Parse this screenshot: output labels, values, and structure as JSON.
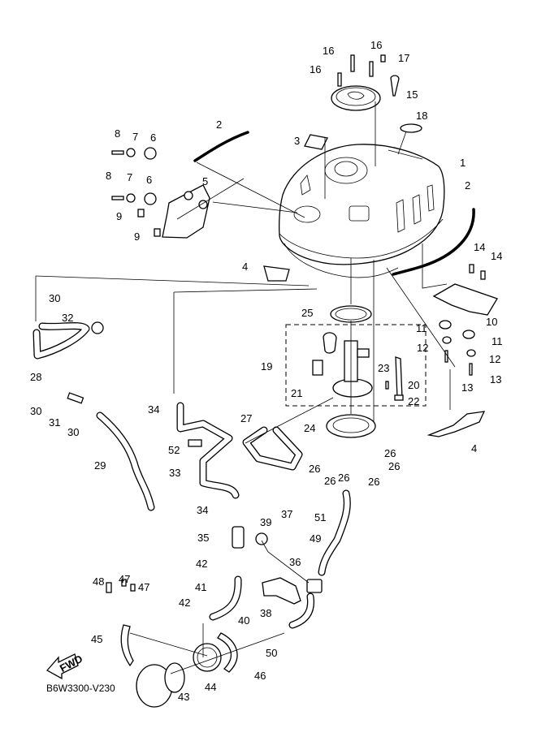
{
  "diagram": {
    "title": "Fuel tank exploded parts diagram",
    "code": "B6W3300-V230",
    "fwd_label": "FWD",
    "colors": {
      "line": "#000000",
      "background": "#ffffff"
    }
  },
  "callouts": [
    {
      "id": "c1",
      "num": "1"
    },
    {
      "id": "c2a",
      "num": "2"
    },
    {
      "id": "c2b",
      "num": "2"
    },
    {
      "id": "c3",
      "num": "3"
    },
    {
      "id": "c4a",
      "num": "4"
    },
    {
      "id": "c4b",
      "num": "4"
    },
    {
      "id": "c5",
      "num": "5"
    },
    {
      "id": "c6a",
      "num": "6"
    },
    {
      "id": "c6b",
      "num": "6"
    },
    {
      "id": "c7a",
      "num": "7"
    },
    {
      "id": "c7b",
      "num": "7"
    },
    {
      "id": "c8a",
      "num": "8"
    },
    {
      "id": "c8b",
      "num": "8"
    },
    {
      "id": "c9a",
      "num": "9"
    },
    {
      "id": "c9b",
      "num": "9"
    },
    {
      "id": "c10",
      "num": "10"
    },
    {
      "id": "c11a",
      "num": "11"
    },
    {
      "id": "c11b",
      "num": "11"
    },
    {
      "id": "c12a",
      "num": "12"
    },
    {
      "id": "c12b",
      "num": "12"
    },
    {
      "id": "c13a",
      "num": "13"
    },
    {
      "id": "c13b",
      "num": "13"
    },
    {
      "id": "c14a",
      "num": "14"
    },
    {
      "id": "c14b",
      "num": "14"
    },
    {
      "id": "c15",
      "num": "15"
    },
    {
      "id": "c16a",
      "num": "16"
    },
    {
      "id": "c16b",
      "num": "16"
    },
    {
      "id": "c16c",
      "num": "16"
    },
    {
      "id": "c17",
      "num": "17"
    },
    {
      "id": "c18",
      "num": "18"
    },
    {
      "id": "c19",
      "num": "19"
    },
    {
      "id": "c20",
      "num": "20"
    },
    {
      "id": "c21",
      "num": "21"
    },
    {
      "id": "c22",
      "num": "22"
    },
    {
      "id": "c23",
      "num": "23"
    },
    {
      "id": "c24",
      "num": "24"
    },
    {
      "id": "c25",
      "num": "25"
    },
    {
      "id": "c26a",
      "num": "26"
    },
    {
      "id": "c26b",
      "num": "26"
    },
    {
      "id": "c26c",
      "num": "26"
    },
    {
      "id": "c26d",
      "num": "26"
    },
    {
      "id": "c26e",
      "num": "26"
    },
    {
      "id": "c26f",
      "num": "26"
    },
    {
      "id": "c27",
      "num": "27"
    },
    {
      "id": "c28",
      "num": "28"
    },
    {
      "id": "c29",
      "num": "29"
    },
    {
      "id": "c30a",
      "num": "30"
    },
    {
      "id": "c30b",
      "num": "30"
    },
    {
      "id": "c30c",
      "num": "30"
    },
    {
      "id": "c31",
      "num": "31"
    },
    {
      "id": "c32",
      "num": "32"
    },
    {
      "id": "c33",
      "num": "33"
    },
    {
      "id": "c34a",
      "num": "34"
    },
    {
      "id": "c34b",
      "num": "34"
    },
    {
      "id": "c35",
      "num": "35"
    },
    {
      "id": "c36",
      "num": "36"
    },
    {
      "id": "c37",
      "num": "37"
    },
    {
      "id": "c38",
      "num": "38"
    },
    {
      "id": "c39",
      "num": "39"
    },
    {
      "id": "c40",
      "num": "40"
    },
    {
      "id": "c41",
      "num": "41"
    },
    {
      "id": "c42a",
      "num": "42"
    },
    {
      "id": "c42b",
      "num": "42"
    },
    {
      "id": "c43",
      "num": "43"
    },
    {
      "id": "c44",
      "num": "44"
    },
    {
      "id": "c45",
      "num": "45"
    },
    {
      "id": "c46",
      "num": "46"
    },
    {
      "id": "c47a",
      "num": "47"
    },
    {
      "id": "c47b",
      "num": "47"
    },
    {
      "id": "c48",
      "num": "48"
    },
    {
      "id": "c49",
      "num": "49"
    },
    {
      "id": "c50",
      "num": "50"
    },
    {
      "id": "c51",
      "num": "51"
    },
    {
      "id": "c52",
      "num": "52"
    }
  ]
}
